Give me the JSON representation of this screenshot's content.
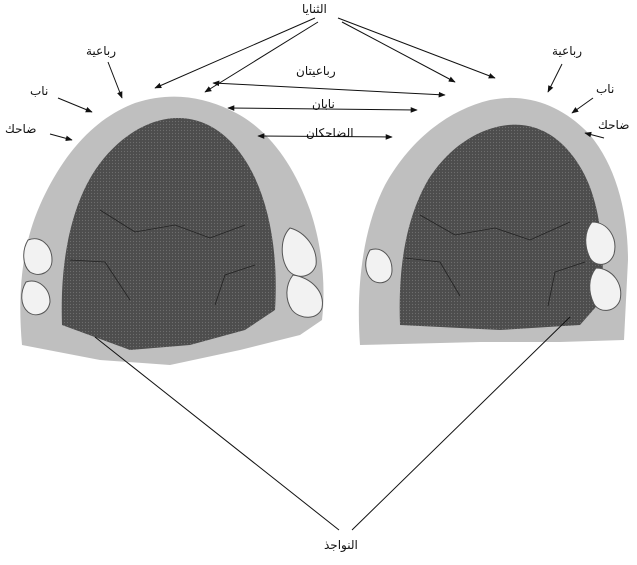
{
  "labels": {
    "central_incisors": "الثنايا",
    "lateral_incisors_pair": "رباعيتان",
    "canines_pair": "نابان",
    "premolars_pair": "الضاحكان",
    "molars": "النواجذ",
    "left_jaw": {
      "lateral_incisor": "رباعية",
      "canine": "ناب",
      "premolar": "ضاحك"
    },
    "right_jaw": {
      "lateral_incisor": "رباعية",
      "canine": "ناب",
      "premolar": "ضاحك"
    }
  },
  "colors": {
    "ink": "#111111",
    "jaw_fill": "#4a4a4a",
    "jaw_fringe": "#8a8a8a",
    "tooth_fill": "#f2f2f2"
  }
}
